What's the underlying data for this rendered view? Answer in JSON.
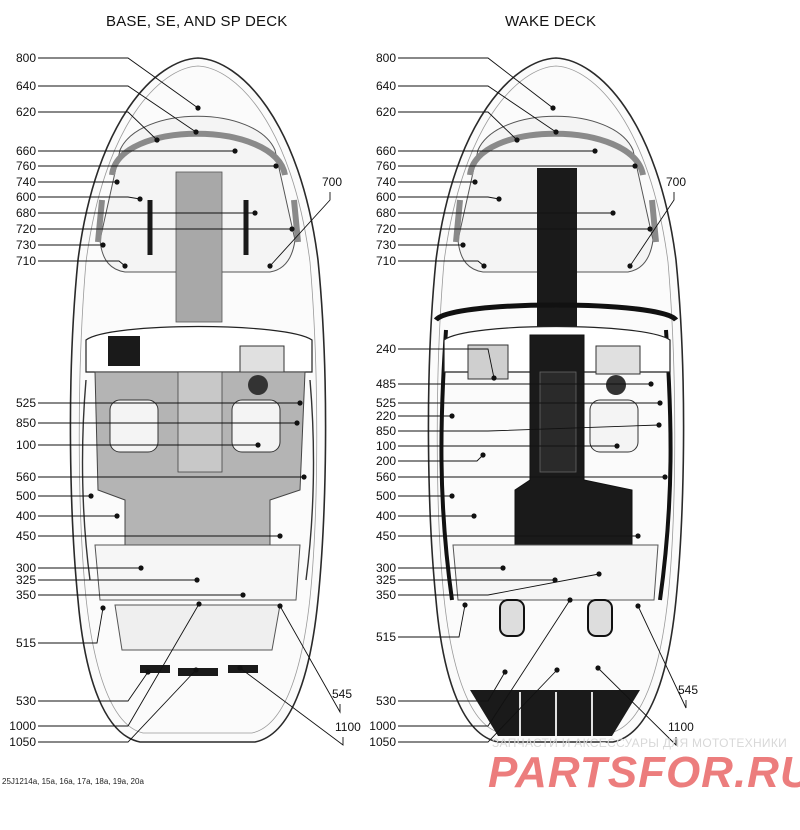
{
  "titles": {
    "left": "BASE, SE, AND SP DECK",
    "right": "WAKE DECK"
  },
  "left_callouts": [
    {
      "n": "800",
      "side": "left"
    },
    {
      "n": "640",
      "side": "left"
    },
    {
      "n": "620",
      "side": "left"
    },
    {
      "n": "660",
      "side": "left"
    },
    {
      "n": "760",
      "side": "left"
    },
    {
      "n": "740",
      "side": "left"
    },
    {
      "n": "600",
      "side": "left"
    },
    {
      "n": "680",
      "side": "left"
    },
    {
      "n": "720",
      "side": "left"
    },
    {
      "n": "730",
      "side": "left"
    },
    {
      "n": "710",
      "side": "left"
    },
    {
      "n": "525",
      "side": "left"
    },
    {
      "n": "850",
      "side": "left"
    },
    {
      "n": "100",
      "side": "left"
    },
    {
      "n": "560",
      "side": "left"
    },
    {
      "n": "500",
      "side": "left"
    },
    {
      "n": "400",
      "side": "left"
    },
    {
      "n": "450",
      "side": "left"
    },
    {
      "n": "300",
      "side": "left"
    },
    {
      "n": "325",
      "side": "left"
    },
    {
      "n": "350",
      "side": "left"
    },
    {
      "n": "515",
      "side": "left"
    },
    {
      "n": "530",
      "side": "left"
    },
    {
      "n": "1000",
      "side": "left"
    },
    {
      "n": "1050",
      "side": "left"
    },
    {
      "n": "700",
      "side": "right"
    },
    {
      "n": "545",
      "side": "right"
    },
    {
      "n": "1100",
      "side": "right"
    }
  ],
  "right_callouts": [
    {
      "n": "800",
      "side": "left"
    },
    {
      "n": "640",
      "side": "left"
    },
    {
      "n": "620",
      "side": "left"
    },
    {
      "n": "660",
      "side": "left"
    },
    {
      "n": "760",
      "side": "left"
    },
    {
      "n": "740",
      "side": "left"
    },
    {
      "n": "600",
      "side": "left"
    },
    {
      "n": "680",
      "side": "left"
    },
    {
      "n": "720",
      "side": "left"
    },
    {
      "n": "730",
      "side": "left"
    },
    {
      "n": "710",
      "side": "left"
    },
    {
      "n": "240",
      "side": "left"
    },
    {
      "n": "485",
      "side": "left"
    },
    {
      "n": "525",
      "side": "left"
    },
    {
      "n": "220",
      "side": "left"
    },
    {
      "n": "850",
      "side": "left"
    },
    {
      "n": "100",
      "side": "left"
    },
    {
      "n": "200",
      "side": "left"
    },
    {
      "n": "560",
      "side": "left"
    },
    {
      "n": "500",
      "side": "left"
    },
    {
      "n": "400",
      "side": "left"
    },
    {
      "n": "450",
      "side": "left"
    },
    {
      "n": "300",
      "side": "left"
    },
    {
      "n": "325",
      "side": "left"
    },
    {
      "n": "350",
      "side": "left"
    },
    {
      "n": "515",
      "side": "left"
    },
    {
      "n": "530",
      "side": "left"
    },
    {
      "n": "1000",
      "side": "left"
    },
    {
      "n": "1050",
      "side": "left"
    },
    {
      "n": "700",
      "side": "right"
    },
    {
      "n": "545",
      "side": "right"
    },
    {
      "n": "1100",
      "side": "right"
    }
  ],
  "reference_code": "25J1214a, 15a, 16a, 17a, 18a, 19a, 20a",
  "watermark": {
    "subtitle": "ЗАПЧАСТИ И АКСЕССУАРЫ ДЛЯ МОТОТЕХНИКИ",
    "logo": "PARTSFOR.RU"
  },
  "colors": {
    "line": "#111111",
    "hull_outline": "#2a2a2a",
    "grey_mat": "#9a9a9a",
    "dark_mat": "#1a1a1a",
    "watermark_red": "#ec7d7d"
  }
}
